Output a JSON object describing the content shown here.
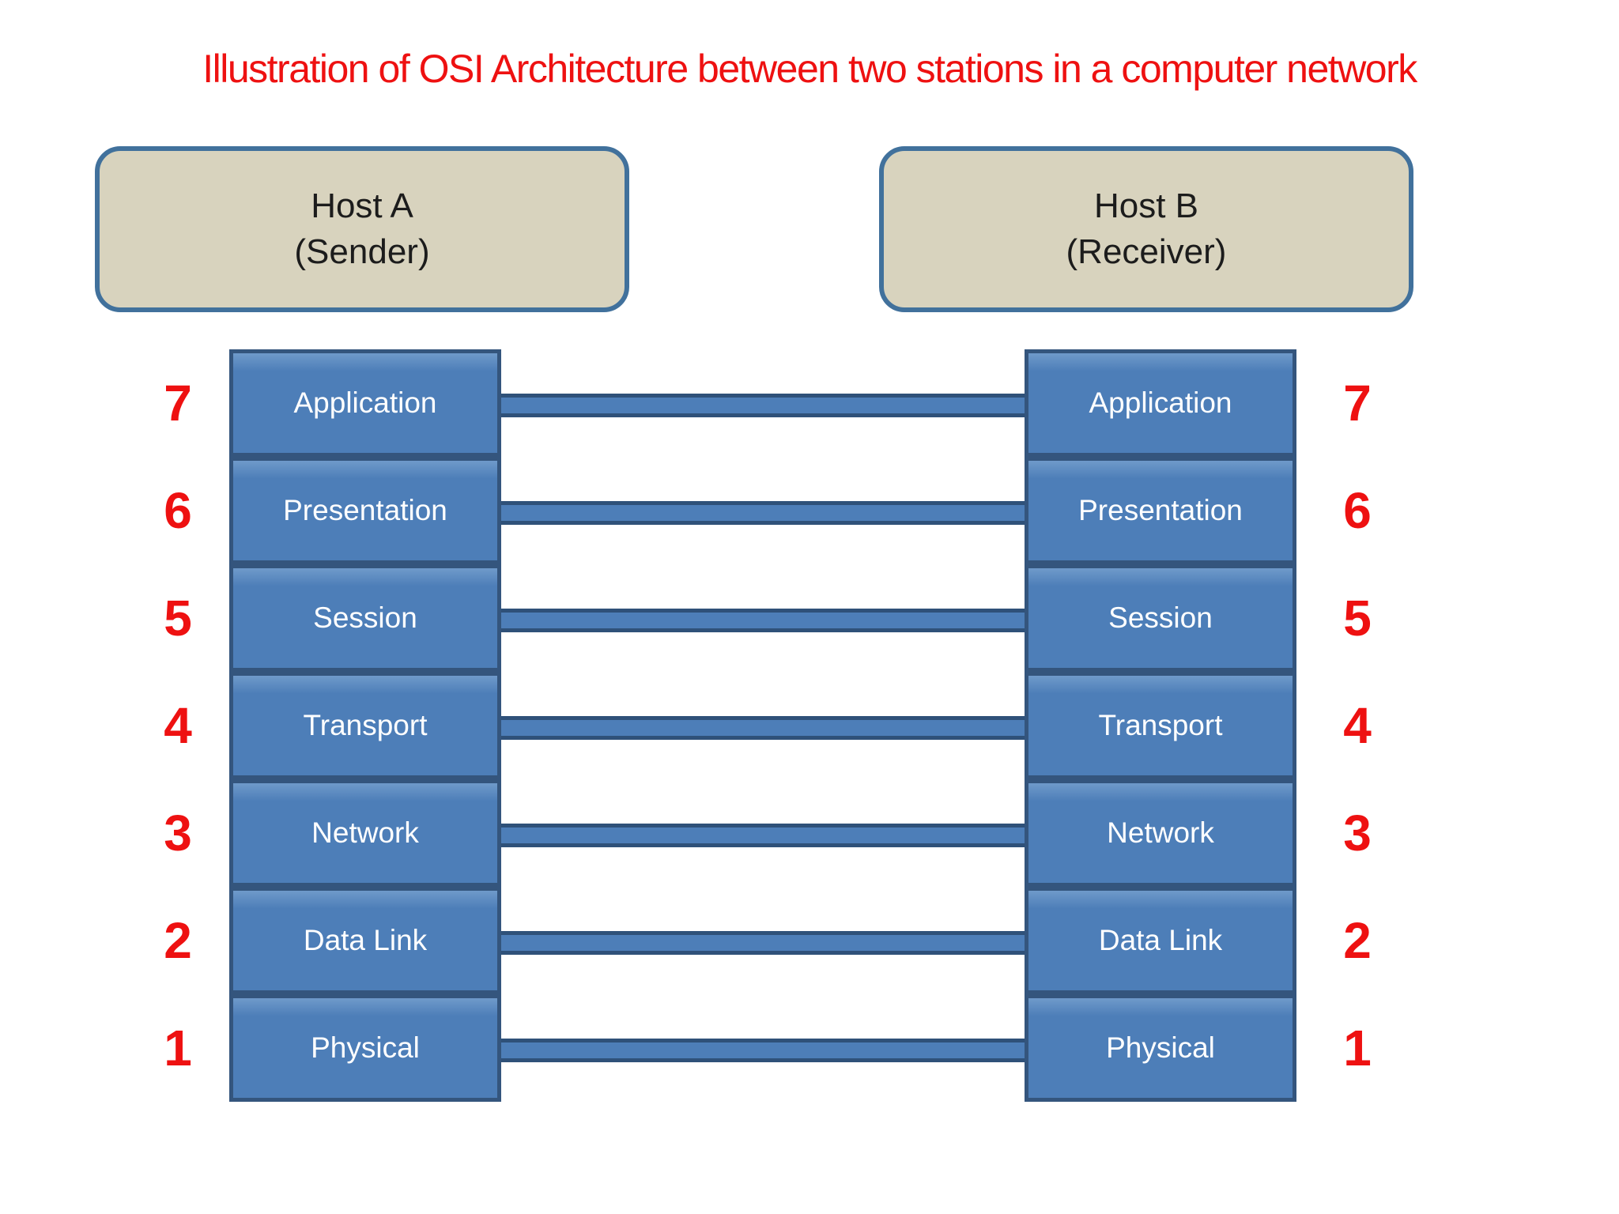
{
  "title": "Illustration of OSI Architecture between two stations in a computer network",
  "hosts": {
    "a": {
      "name": "Host A",
      "role": "(Sender)"
    },
    "b": {
      "name": "Host B",
      "role": "(Receiver)"
    }
  },
  "layers": [
    {
      "number": "7",
      "name": "Application"
    },
    {
      "number": "6",
      "name": "Presentation"
    },
    {
      "number": "5",
      "name": "Session"
    },
    {
      "number": "4",
      "name": "Transport"
    },
    {
      "number": "3",
      "name": "Network"
    },
    {
      "number": "2",
      "name": "Data Link"
    },
    {
      "number": "1",
      "name": "Physical"
    }
  ],
  "colors": {
    "background": "#ffffff",
    "title_red": "#ee1111",
    "number_red": "#ee1111",
    "layer_fill": "#4d7eb8",
    "layer_fill_light": "#6f9aca",
    "layer_border": "#34557d",
    "layer_text": "#ffffff",
    "bar_fill": "#4d7eb8",
    "bar_border": "#2f5179",
    "host_fill": "#d8d3be",
    "host_border": "#41719c",
    "host_text": "#1c1c1c"
  }
}
